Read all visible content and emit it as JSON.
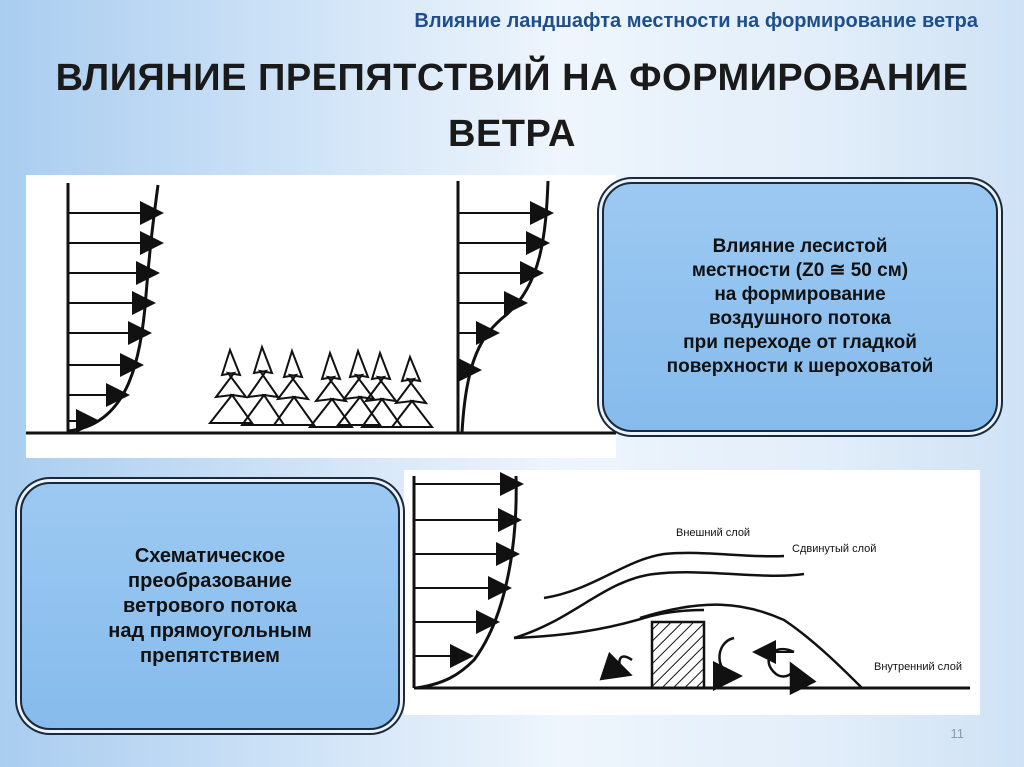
{
  "header": {
    "subtitle": "Влияние ландшафта местности на формирование ветра"
  },
  "title": {
    "line1": "ВЛИЯНИЕ ПРЕПЯТСТВИЙ НА ФОРМИРОВАНИЕ",
    "line2": "ВЕТРА"
  },
  "callouts": {
    "forest": "Влияние лесистой\nместности  (Z0 ≅ 50 см)\nна формирование\nвоздушного  потока\nпри переходе  от гладкой\nповерхности к шероховатой",
    "obstacle": "Схематическое\nпреобразование\nветрового потока\nнад прямоугольным\nпрепятствием"
  },
  "diagram_labels": {
    "outer_layer": "Внешний слой",
    "shifted_layer": "Сдвинутый слой",
    "inner_layer": "Внутренний слой"
  },
  "colors": {
    "callout_fill": "#8ec1ef",
    "header_text": "#1f4e8c"
  },
  "slide_number": "11"
}
